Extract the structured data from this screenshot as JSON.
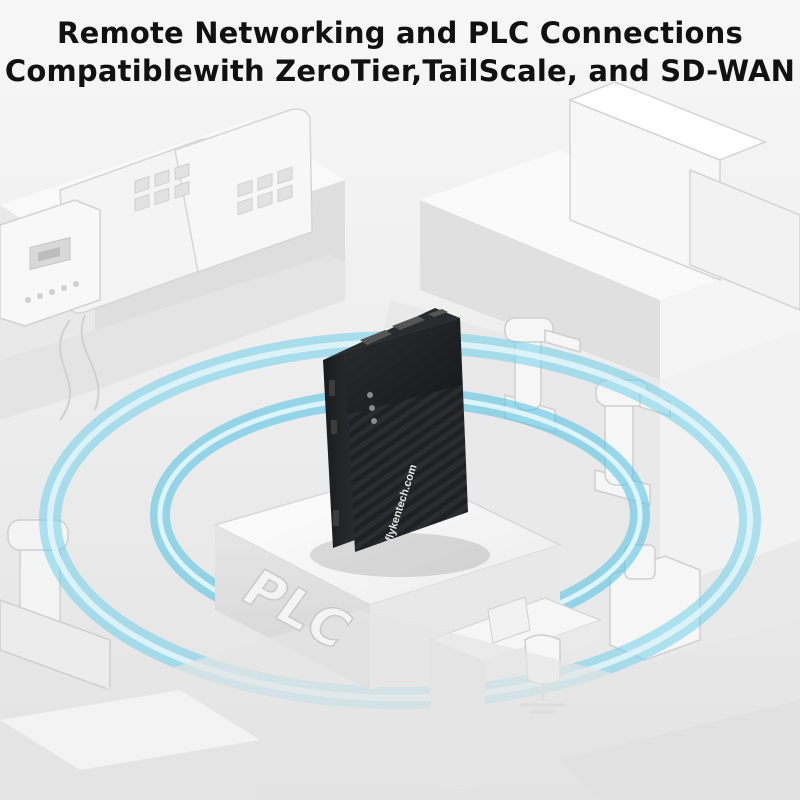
{
  "headline": {
    "line1": "Remote Networking and PLC Connections",
    "line2": "Compatiblewith ZeroTier,TailScale, and SD-WAN"
  },
  "device": {
    "brand_text": "flykentech.com"
  },
  "platform": {
    "label": "PLC"
  },
  "colors": {
    "background": "#efefef",
    "signal_ring": "#5cc8e6",
    "device_body": "#222326"
  }
}
